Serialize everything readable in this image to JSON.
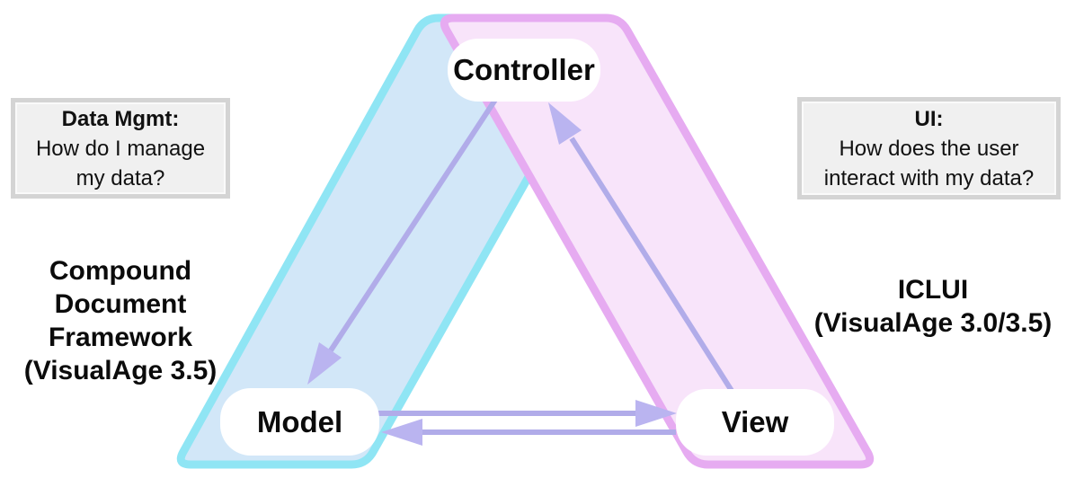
{
  "nodes": {
    "controller": "Controller",
    "model": "Model",
    "view": "View"
  },
  "callouts": {
    "data_mgmt": {
      "title": "Data Mgmt:",
      "lines": [
        "How do I manage",
        "my data?"
      ]
    },
    "ui": {
      "title": "UI:",
      "lines": [
        "How does the user",
        "interact with my data?"
      ]
    }
  },
  "frameworks": {
    "left": {
      "lines": [
        "Compound",
        "Document",
        "Framework",
        "(VisualAge 3.5)"
      ]
    },
    "right": {
      "lines": [
        "ICLUI",
        "(VisualAge 3.0/3.5)"
      ]
    }
  },
  "colors": {
    "model_band_fill": "#d2e7f8",
    "model_band_edge": "#8fe5f4",
    "view_band_fill": "#f8e4fa",
    "view_band_edge": "#e6abf1",
    "arrow_line": "#b1ace9",
    "arrow_head": "#bab4f0",
    "callout_fill": "#f0f0f0",
    "callout_border": "#d4d4d4"
  }
}
